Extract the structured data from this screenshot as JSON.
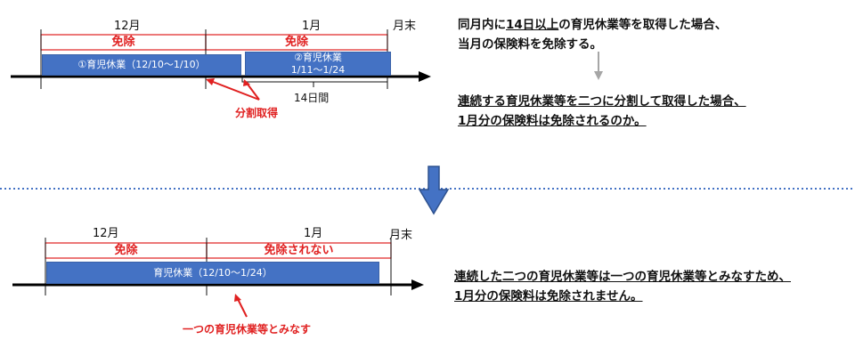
{
  "top": {
    "month_dec": "12月",
    "month_jan": "1月",
    "month_end": "月末",
    "exempt_dec": "免除",
    "exempt_jan": "免除",
    "leave1": "①育児休業（12/10〜1/10）",
    "leave2_line1": "②育児休業",
    "leave2_line2": "1/11〜1/24",
    "days": "14日間",
    "split_label": "分割取得",
    "note1_line1_pre": "同月内に",
    "note1_line1_ul": "14日以上",
    "note1_line1_post": "の育児休業等を取得した場合、",
    "note1_line2": "当月の保険料を免除する。",
    "note2_line1": "連続する育児休業等を二つに分割して取得した場合、",
    "note2_line2": "1月分の保険料は免除されるのか。"
  },
  "bottom": {
    "month_dec": "12月",
    "month_jan": "1月",
    "month_end": "月末",
    "exempt_dec": "免除",
    "not_exempt_jan": "免除されない",
    "leave": "育児休業（12/10〜1/24）",
    "deem_label": "一つの育児休業等とみなす",
    "note_line1": "連続した二つの育児休業等は一つの育児休業等とみなすため、",
    "note_line2": "1月分の保険料は免除されません。"
  },
  "colors": {
    "red": "#e02020",
    "blue": "#4472c4",
    "divider": "#4472c4",
    "gray_arrow": "#a6a6a6"
  }
}
